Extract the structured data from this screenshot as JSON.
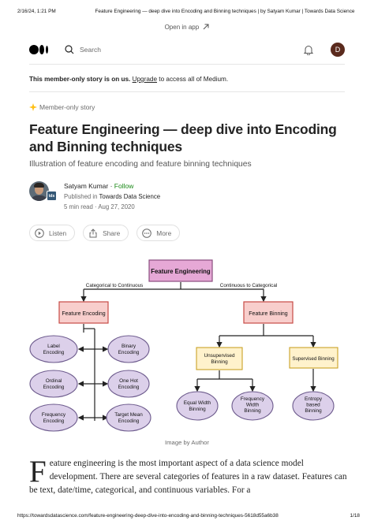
{
  "print_header": {
    "timestamp": "2/16/24, 1:21 PM",
    "page_title": "Feature Engineering — deep dive into Encoding and Binning techniques | by Satyam Kumar | Towards Data Science"
  },
  "open_in_app": "Open in app",
  "topbar": {
    "search_label": "Search",
    "avatar_letter": "D"
  },
  "banner": {
    "prefix": "This member-only story is on us.",
    "upgrade": "Upgrade",
    "suffix": " to access all of Medium."
  },
  "story": {
    "member_label": "Member-only story",
    "title": "Feature Engineering — deep dive into Encoding and Binning techniques",
    "subtitle": "Illustration of feature encoding and feature binning techniques"
  },
  "author": {
    "name": "Satyam Kumar",
    "sep": " · ",
    "follow": "Follow",
    "published_prefix": "Published in ",
    "publication": "Towards Data Science",
    "read_time": "5 min read",
    "date": "Aug 27, 2020",
    "pub_badge": "tds"
  },
  "actions": {
    "listen": "Listen",
    "share": "Share",
    "more": "More"
  },
  "diagram": {
    "root": "Feature Engineering",
    "left_edge_label": "Categorical to Continuous",
    "right_edge_label": "Continuous to Categorical",
    "encoding": "Feature Encoding",
    "binning": "Feature Binning",
    "label_enc": [
      "Label",
      "Encoding"
    ],
    "ordinal_enc": [
      "Ordinal",
      "Encoding"
    ],
    "freq_enc": [
      "Frequency",
      "Encoding"
    ],
    "binary_enc": [
      "Binary",
      "Encoding"
    ],
    "onehot_enc": [
      "One Hot",
      "Encoding"
    ],
    "target_enc": [
      "Target Mean",
      "Encoding"
    ],
    "unsup": [
      "Unsupervised",
      "Binning"
    ],
    "sup": "Supervised Binning",
    "equal_width": [
      "Equal Width",
      "Binning"
    ],
    "equal_freq": [
      "Frequency",
      "Width",
      "Binning"
    ],
    "entropy": [
      "Entropy",
      "based",
      "Binning"
    ]
  },
  "caption": "Image by Author",
  "body": {
    "dropcap": "F",
    "text": "eature engineering is the most important aspect of a data science model development. There are several categories of features in a raw dataset. Features can be text, date/time, categorical, and continuous variables. For a"
  },
  "print_footer": {
    "url": "https://towardsdatascience.com/feature-engineering-deep-dive-into-encoding-and-binning-techniques-5618d55a6b38",
    "page": "1/18"
  }
}
